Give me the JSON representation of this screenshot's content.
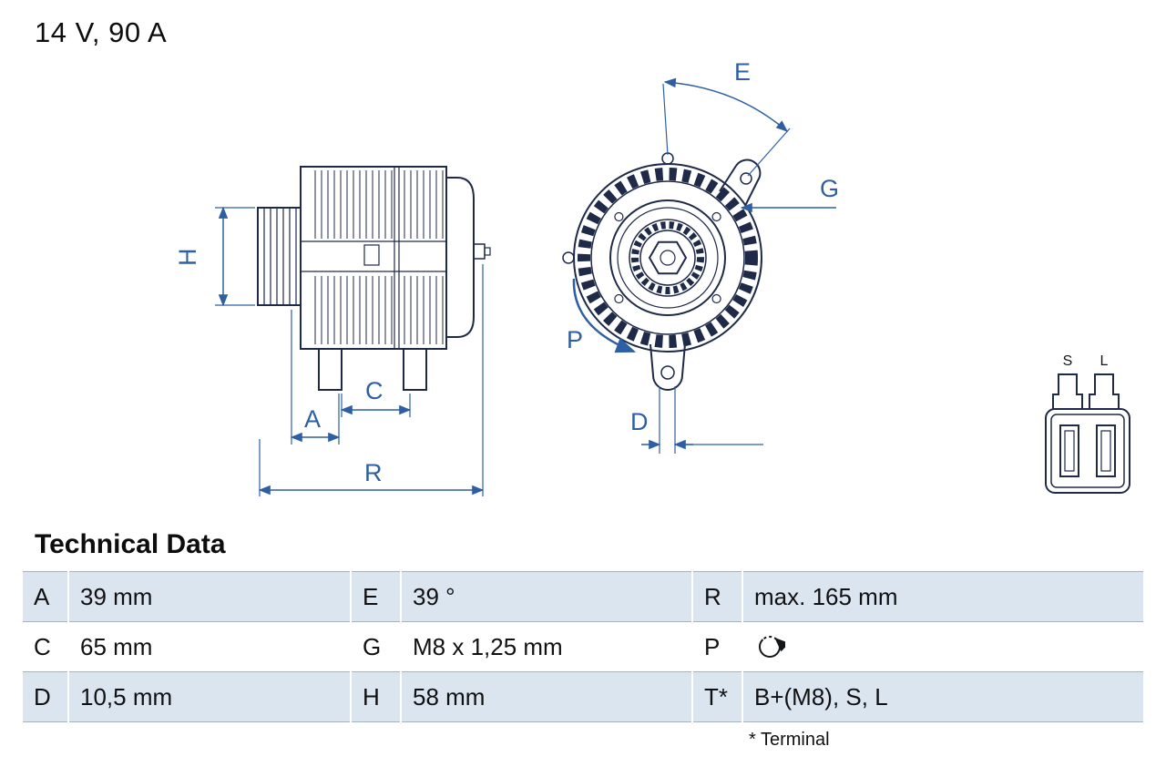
{
  "header": {
    "spec": "14 V, 90 A"
  },
  "drawing": {
    "side_view": {
      "labels": {
        "H": "H",
        "A": "A",
        "C": "C",
        "R": "R"
      }
    },
    "front_view": {
      "labels": {
        "E": "E",
        "G": "G",
        "P": "P",
        "D": "D"
      }
    },
    "connector": {
      "pin_s": "S",
      "pin_l": "L"
    }
  },
  "technical_data": {
    "title": "Technical Data",
    "rows": [
      {
        "c1k": "A",
        "c1v": "39 mm",
        "c2k": "E",
        "c2v": "39 °",
        "c3k": "R",
        "c3v": "max. 165 mm"
      },
      {
        "c1k": "C",
        "c1v": "65 mm",
        "c2k": "G",
        "c2v": "M8 x 1,25 mm",
        "c3k": "P",
        "c3v": "",
        "c3v_icon": "counterclockwise-rotation"
      },
      {
        "c1k": "D",
        "c1v": "10,5 mm",
        "c2k": "H",
        "c2v": "58 mm",
        "c3k": "T*",
        "c3v": "B+(M8), S, L"
      }
    ],
    "footnote": "* Terminal"
  },
  "colors": {
    "dimension_blue": "#2e5fa3",
    "drawing_navy": "#1e2a47",
    "table_row_shade": "#dbe5ef",
    "table_border": "#a6b3bf"
  }
}
